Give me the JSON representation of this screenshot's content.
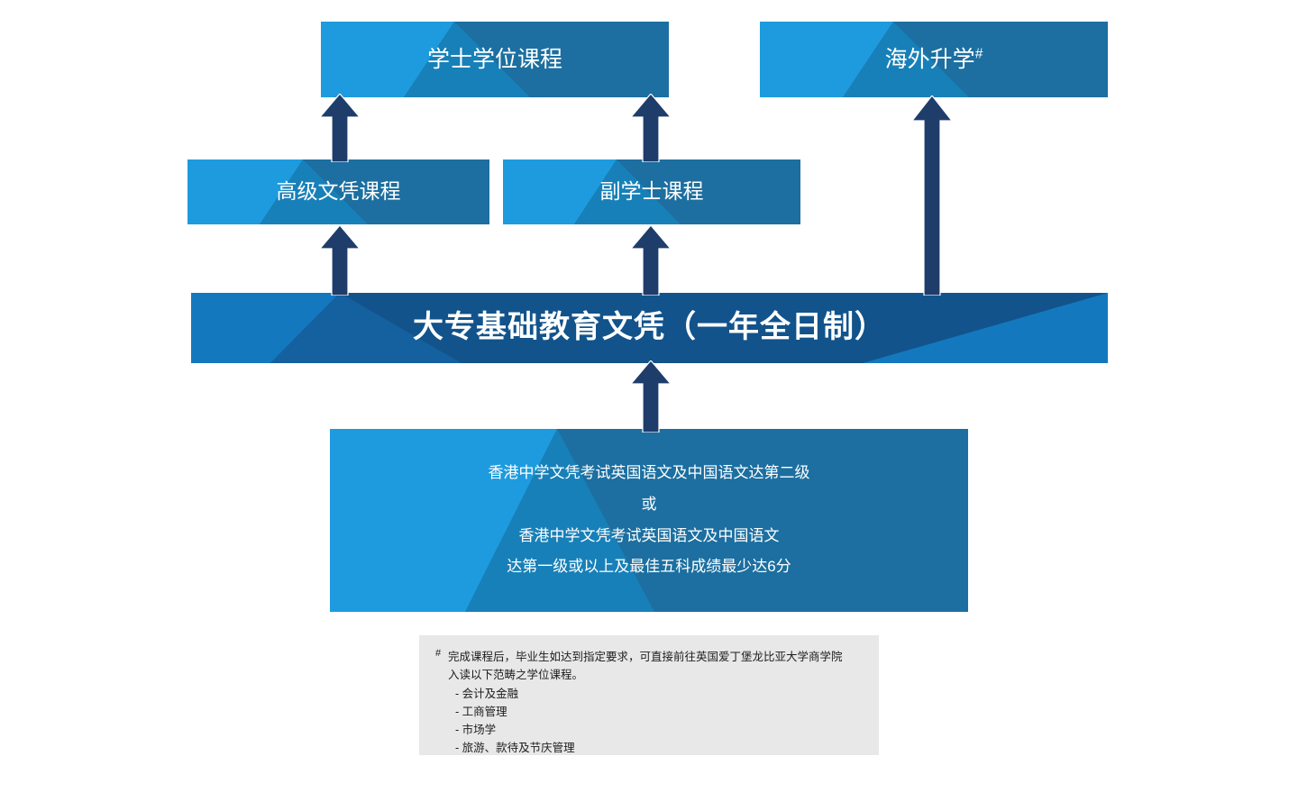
{
  "diagram": {
    "type": "flowchart-progression-pathway",
    "palette": {
      "light_blue": "#1E9BDE",
      "mid_blue": "#1880B8",
      "teal_blue": "#1C6FA0",
      "deep_blue": "#15578C",
      "banner_dark": "#12538B",
      "arrow_navy": "#1F3D6B",
      "footnote_bg": "#E8E8E8",
      "text_on_blue": "#FFFFFF",
      "footnote_text": "#1D1D1D"
    },
    "nodes": {
      "bachelor": {
        "label": "学士学位课程",
        "level": "top",
        "column": "left"
      },
      "overseas": {
        "label": "海外升学",
        "marker": "#",
        "level": "top",
        "column": "right"
      },
      "higher_diploma": {
        "label": "高级文凭课程",
        "level": "middle",
        "column": "left"
      },
      "associate": {
        "label": "副学士课程",
        "level": "middle",
        "column": "center"
      },
      "foundation": {
        "label": "大专基础教育文凭（一年全日制）",
        "level": "core"
      },
      "entry_requirements": {
        "lines": [
          "香港中学文凭考试英国语文及中国语文达第二级",
          "或",
          "香港中学文凭考试英国语文及中国语文",
          "达第一级或以上及最佳五科成绩最少达6分"
        ],
        "level": "entry"
      }
    },
    "arrows": [
      {
        "name": "entry-to-foundation",
        "from": "entry_requirements",
        "to": "foundation"
      },
      {
        "name": "foundation-to-higher-diploma",
        "from": "foundation",
        "to": "higher_diploma"
      },
      {
        "name": "foundation-to-associate",
        "from": "foundation",
        "to": "associate"
      },
      {
        "name": "foundation-to-overseas",
        "from": "foundation",
        "to": "overseas"
      },
      {
        "name": "higher-diploma-to-bachelor",
        "from": "higher_diploma",
        "to": "bachelor"
      },
      {
        "name": "associate-to-bachelor",
        "from": "associate",
        "to": "bachelor"
      }
    ]
  },
  "footnote": {
    "marker": "#",
    "head": "完成课程后，毕业生如达到指定要求，可直接前往英国爱丁堡龙比亚大学商学院",
    "continuation": "入读以下范畴之学位课程。",
    "items": [
      "- 会计及金融",
      "- 工商管理",
      "- 市场学",
      "- 旅游、款待及节庆管理"
    ]
  }
}
